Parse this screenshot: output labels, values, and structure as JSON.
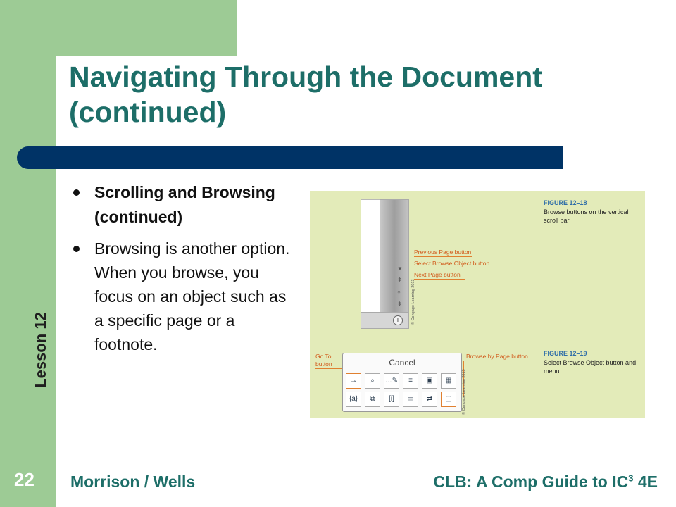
{
  "slide": {
    "title": "Navigating Through the Document (continued)",
    "lesson": "Lesson 12",
    "bullets": [
      "Scrolling and Browsing (continued)",
      "Browsing is another option. When you browse, you focus on an object such as a specific page or a footnote."
    ],
    "footer": {
      "slide_number": "22",
      "authors": "Morrison / Wells",
      "book_prefix": "CLB: A Comp Guide to IC",
      "book_sup": "3",
      "book_suffix": " 4E"
    }
  },
  "figure": {
    "fig1_title": "FIGURE 12–18",
    "fig1_text": "Browse buttons on the vertical scroll bar",
    "fig2_title": "FIGURE 12–19",
    "fig2_text": "Select Browse Object button and menu",
    "callouts": {
      "previous_page": "Previous Page button",
      "select_browse": "Select Browse Object button",
      "next_page": "Next Page button",
      "go_to_1": "Go To",
      "go_to_2": "button",
      "browse_by_page": "Browse by Page button"
    },
    "copyright_1": "© Cengage Learning 2013",
    "copyright_2": "© Cengage Learning 2013",
    "menu_cancel": "Cancel",
    "menu_icons_row1": [
      "→",
      "⌕",
      "…✎",
      "≡",
      "▦"
    ],
    "menu_icons_row2": [
      "{a}",
      "⧉",
      "[i]",
      "▭",
      "⇄",
      "▢"
    ]
  }
}
